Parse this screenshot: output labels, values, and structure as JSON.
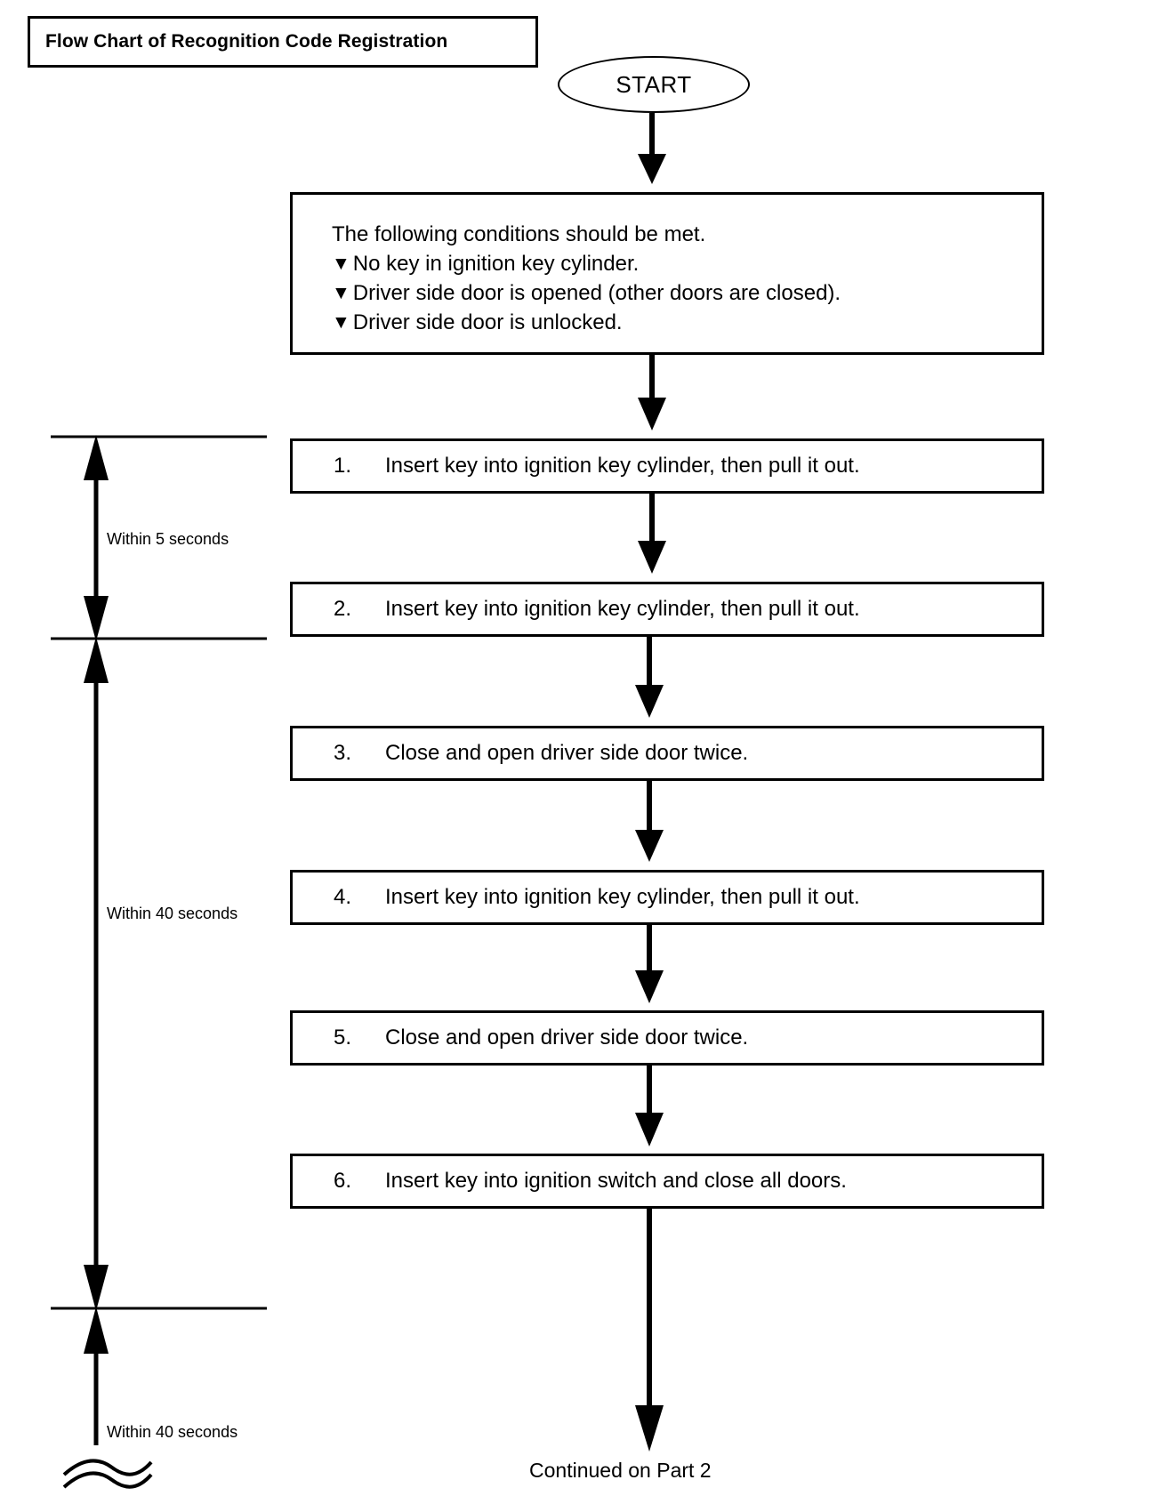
{
  "title": {
    "text": "Flow Chart of Recognition Code Registration"
  },
  "start_node": {
    "label": "START",
    "shape": "ellipse"
  },
  "conditions_box": {
    "heading": "The following conditions should be met.",
    "bullet_icon": "▼",
    "items": [
      "No key in ignition key cylinder.",
      "Driver side door is opened (other doors are closed).",
      "Driver side door is unlocked."
    ]
  },
  "steps": [
    {
      "number": "1.",
      "text": "Insert key into ignition key cylinder, then pull it out."
    },
    {
      "number": "2.",
      "text": "Insert key into ignition key cylinder, then pull it out."
    },
    {
      "number": "3.",
      "text": "Close and open driver side door twice."
    },
    {
      "number": "4.",
      "text": "Insert key into ignition key cylinder, then pull it out."
    },
    {
      "number": "5.",
      "text": "Close and open driver side door twice."
    },
    {
      "number": "6.",
      "text": "Insert key into ignition switch and close all doors."
    }
  ],
  "timing_annotations": [
    {
      "label": "Within 5 seconds",
      "spans_steps": "1 to 2"
    },
    {
      "label": "Within 40 seconds",
      "spans_steps": "2 to 6"
    },
    {
      "label": "Within 40 seconds",
      "spans_steps": "6 onward"
    }
  ],
  "footer": {
    "continued_label": "Continued on Part 2"
  },
  "colors": {
    "line": "#000000",
    "background": "#ffffff",
    "text": "#000000"
  }
}
